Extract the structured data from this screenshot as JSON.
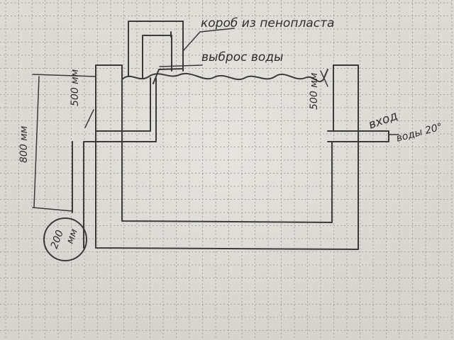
{
  "diagram": {
    "title": "Water heater box sketch",
    "labels": {
      "foam_box": "короб из пенопласта",
      "water_outlet": "выброс воды",
      "water_inlet_line1": "вход",
      "water_inlet_line2": "воды 20°",
      "height_total": "800 мм",
      "height_top": "500 мм",
      "water_gap": "500 мм",
      "pipe_diameter_value": "200",
      "pipe_diameter_unit": "мм"
    },
    "colors": {
      "paper": "#dcd9d4",
      "grid": "#a9a6a1",
      "ink": "#3a3a3a"
    }
  }
}
